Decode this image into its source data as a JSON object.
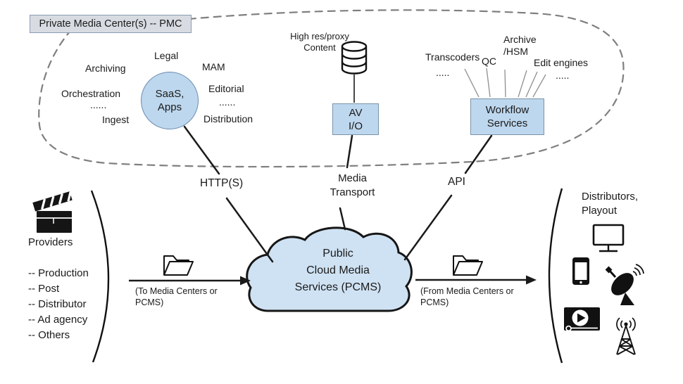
{
  "colors": {
    "node_fill": "#bdd7ee",
    "node_border": "#7b93a8",
    "circle_border": "#6b8cae",
    "cloud_fill": "#cfe2f3",
    "pmc_box_fill": "#d8dce2",
    "pmc_box_border": "#8a9bb4",
    "dashed_outline": "#7f7f7f",
    "line_color": "#1a1a1a"
  },
  "pmc": {
    "title": "Private Media Center(s) -- PMC",
    "functions": {
      "archiving": "Archiving",
      "legal": "Legal",
      "mam": "MAM",
      "orchestration": "Orchestration",
      "orchestration_dots": "......",
      "ingest": "Ingest",
      "editorial": "Editorial",
      "editorial_dots": "......",
      "distribution": "Distribution"
    },
    "saas_node": {
      "line1": "SaaS,",
      "line2": "Apps"
    },
    "storage": {
      "line1": "High res/proxy",
      "line2": "Content"
    },
    "av_io_node": {
      "line1": "AV",
      "line2": "I/O"
    },
    "workflow_node": {
      "line1": "Workflow",
      "line2": "Services"
    },
    "workflow_services": {
      "transcoders": "Transcoders",
      "transcoders_dots": ".....",
      "qc": "QC",
      "archive_line1": "Archive",
      "archive_line2": "/HSM",
      "edit_engines": "Edit engines",
      "edit_engines_dots": "....."
    }
  },
  "connections": {
    "https": "HTTP(S)",
    "media_transport_line1": "Media",
    "media_transport_line2": "Transport",
    "api": "API"
  },
  "cloud": {
    "line1": "Public",
    "line2": "Cloud Media",
    "line3": "Services (PCMS)"
  },
  "providers": {
    "title": "Providers",
    "items": [
      "-- Production",
      "-- Post",
      "-- Distributor",
      "-- Ad agency",
      "-- Others"
    ]
  },
  "flows": {
    "to_media": "(To Media Centers or PCMS)",
    "from_media": "(From Media Centers or PCMS)"
  },
  "distributors": {
    "line1": "Distributors,",
    "line2": "Playout"
  },
  "icons": [
    "clapperboard-icon",
    "database-icon",
    "folder-out-icon",
    "folder-in-icon",
    "monitor-icon",
    "smartphone-icon",
    "satellite-dish-icon",
    "video-player-icon",
    "broadcast-tower-icon"
  ]
}
